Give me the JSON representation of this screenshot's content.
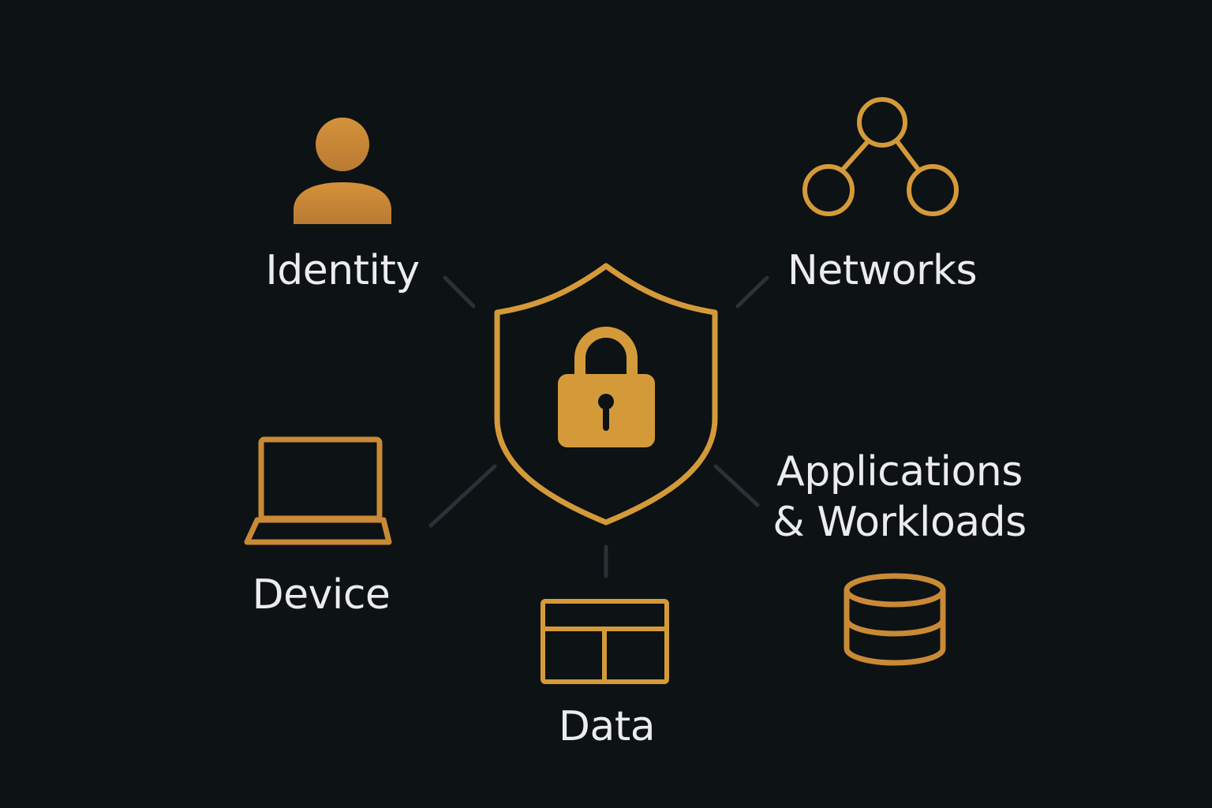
{
  "colors": {
    "background": "#0d1214",
    "accent": "#d49a3a",
    "accent_fill": "#c98a36",
    "connector": "#2b3135",
    "label_text": "#ececec"
  },
  "center": {
    "icon": "shield-lock-icon"
  },
  "nodes": [
    {
      "id": "identity",
      "label": "Identity",
      "icon": "user-icon"
    },
    {
      "id": "networks",
      "label": "Networks",
      "icon": "network-icon"
    },
    {
      "id": "device",
      "label": "Device",
      "icon": "laptop-icon"
    },
    {
      "id": "data",
      "label": "Data",
      "icon": "table-icon"
    },
    {
      "id": "applications",
      "label_line1": "Applications",
      "label_line2": "& Workloads",
      "icon": "database-icon"
    }
  ]
}
